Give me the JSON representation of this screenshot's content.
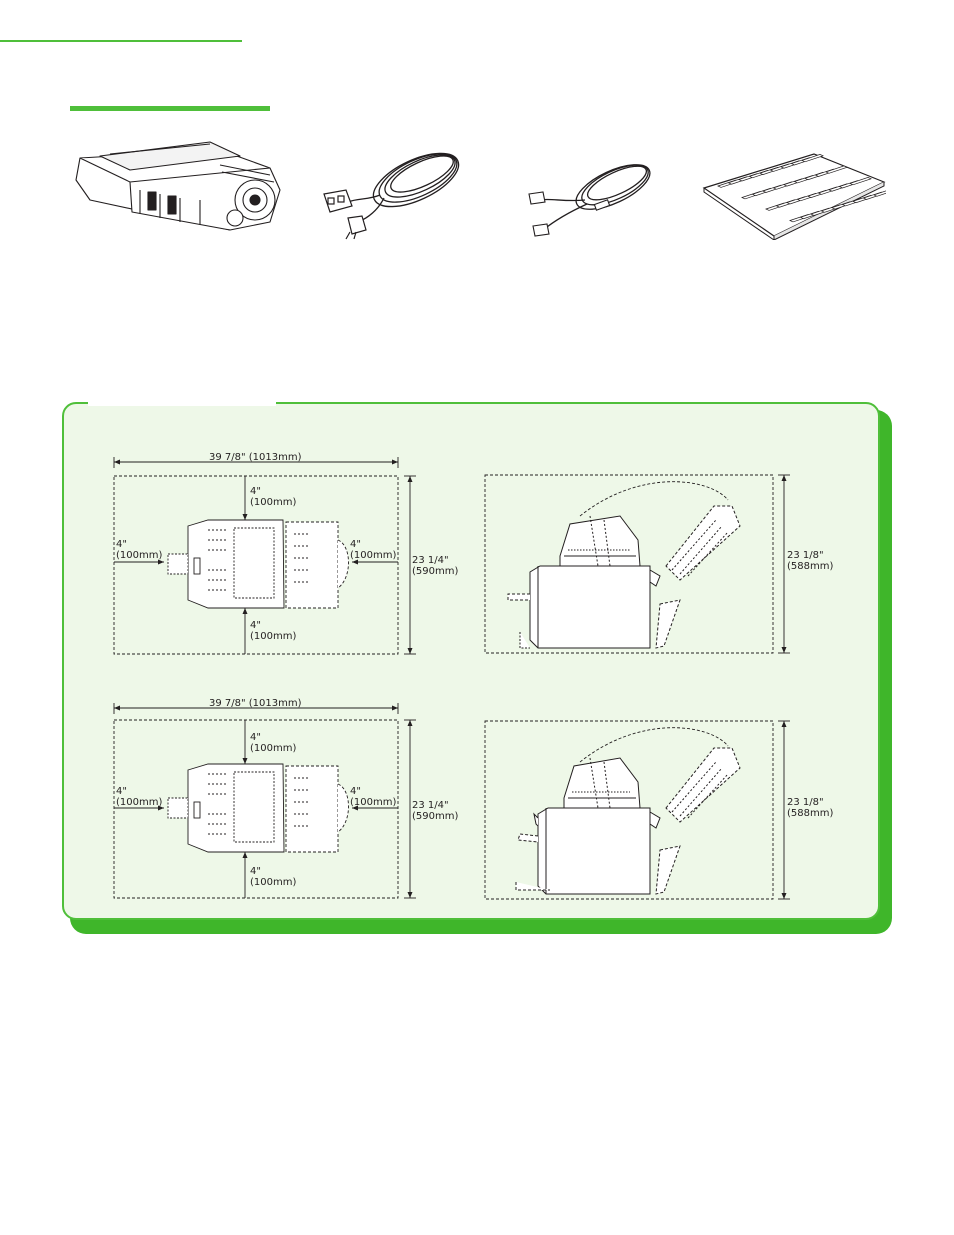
{
  "colors": {
    "accent": "#4fbf3a",
    "panel_bg": "#eef8e8",
    "panel_shadow": "#3fb62a"
  },
  "illustrations": [
    "toner-cartridge-illustration",
    "power-cord-illustration",
    "telephone-cable-illustration",
    "label-sheet-illustration"
  ],
  "diagrams": [
    {
      "top_view": {
        "width_label": "39 7/8\" (1013mm)",
        "top_clearance": {
          "value": "4\"",
          "metric": "(100mm)"
        },
        "left_clearance": {
          "value": "4\"",
          "metric": "(100mm)"
        },
        "right_clearance": {
          "value": "4\"",
          "metric": "(100mm)"
        },
        "bottom_clearance": {
          "value": "4\"",
          "metric": "(100mm)"
        },
        "depth_label": {
          "value": "23 1/4\"",
          "metric": "(590mm)"
        }
      },
      "side_view": {
        "height_label": {
          "value": "23 1/8\"",
          "metric": "(588mm)"
        }
      }
    },
    {
      "top_view": {
        "width_label": "39 7/8\" (1013mm)",
        "top_clearance": {
          "value": "4\"",
          "metric": "(100mm)"
        },
        "left_clearance": {
          "value": "4\"",
          "metric": "(100mm)"
        },
        "right_clearance": {
          "value": "4\"",
          "metric": "(100mm)"
        },
        "bottom_clearance": {
          "value": "4\"",
          "metric": "(100mm)"
        },
        "depth_label": {
          "value": "23 1/4\"",
          "metric": "(590mm)"
        }
      },
      "side_view": {
        "height_label": {
          "value": "23 1/8\"",
          "metric": "(588mm)"
        }
      }
    }
  ]
}
